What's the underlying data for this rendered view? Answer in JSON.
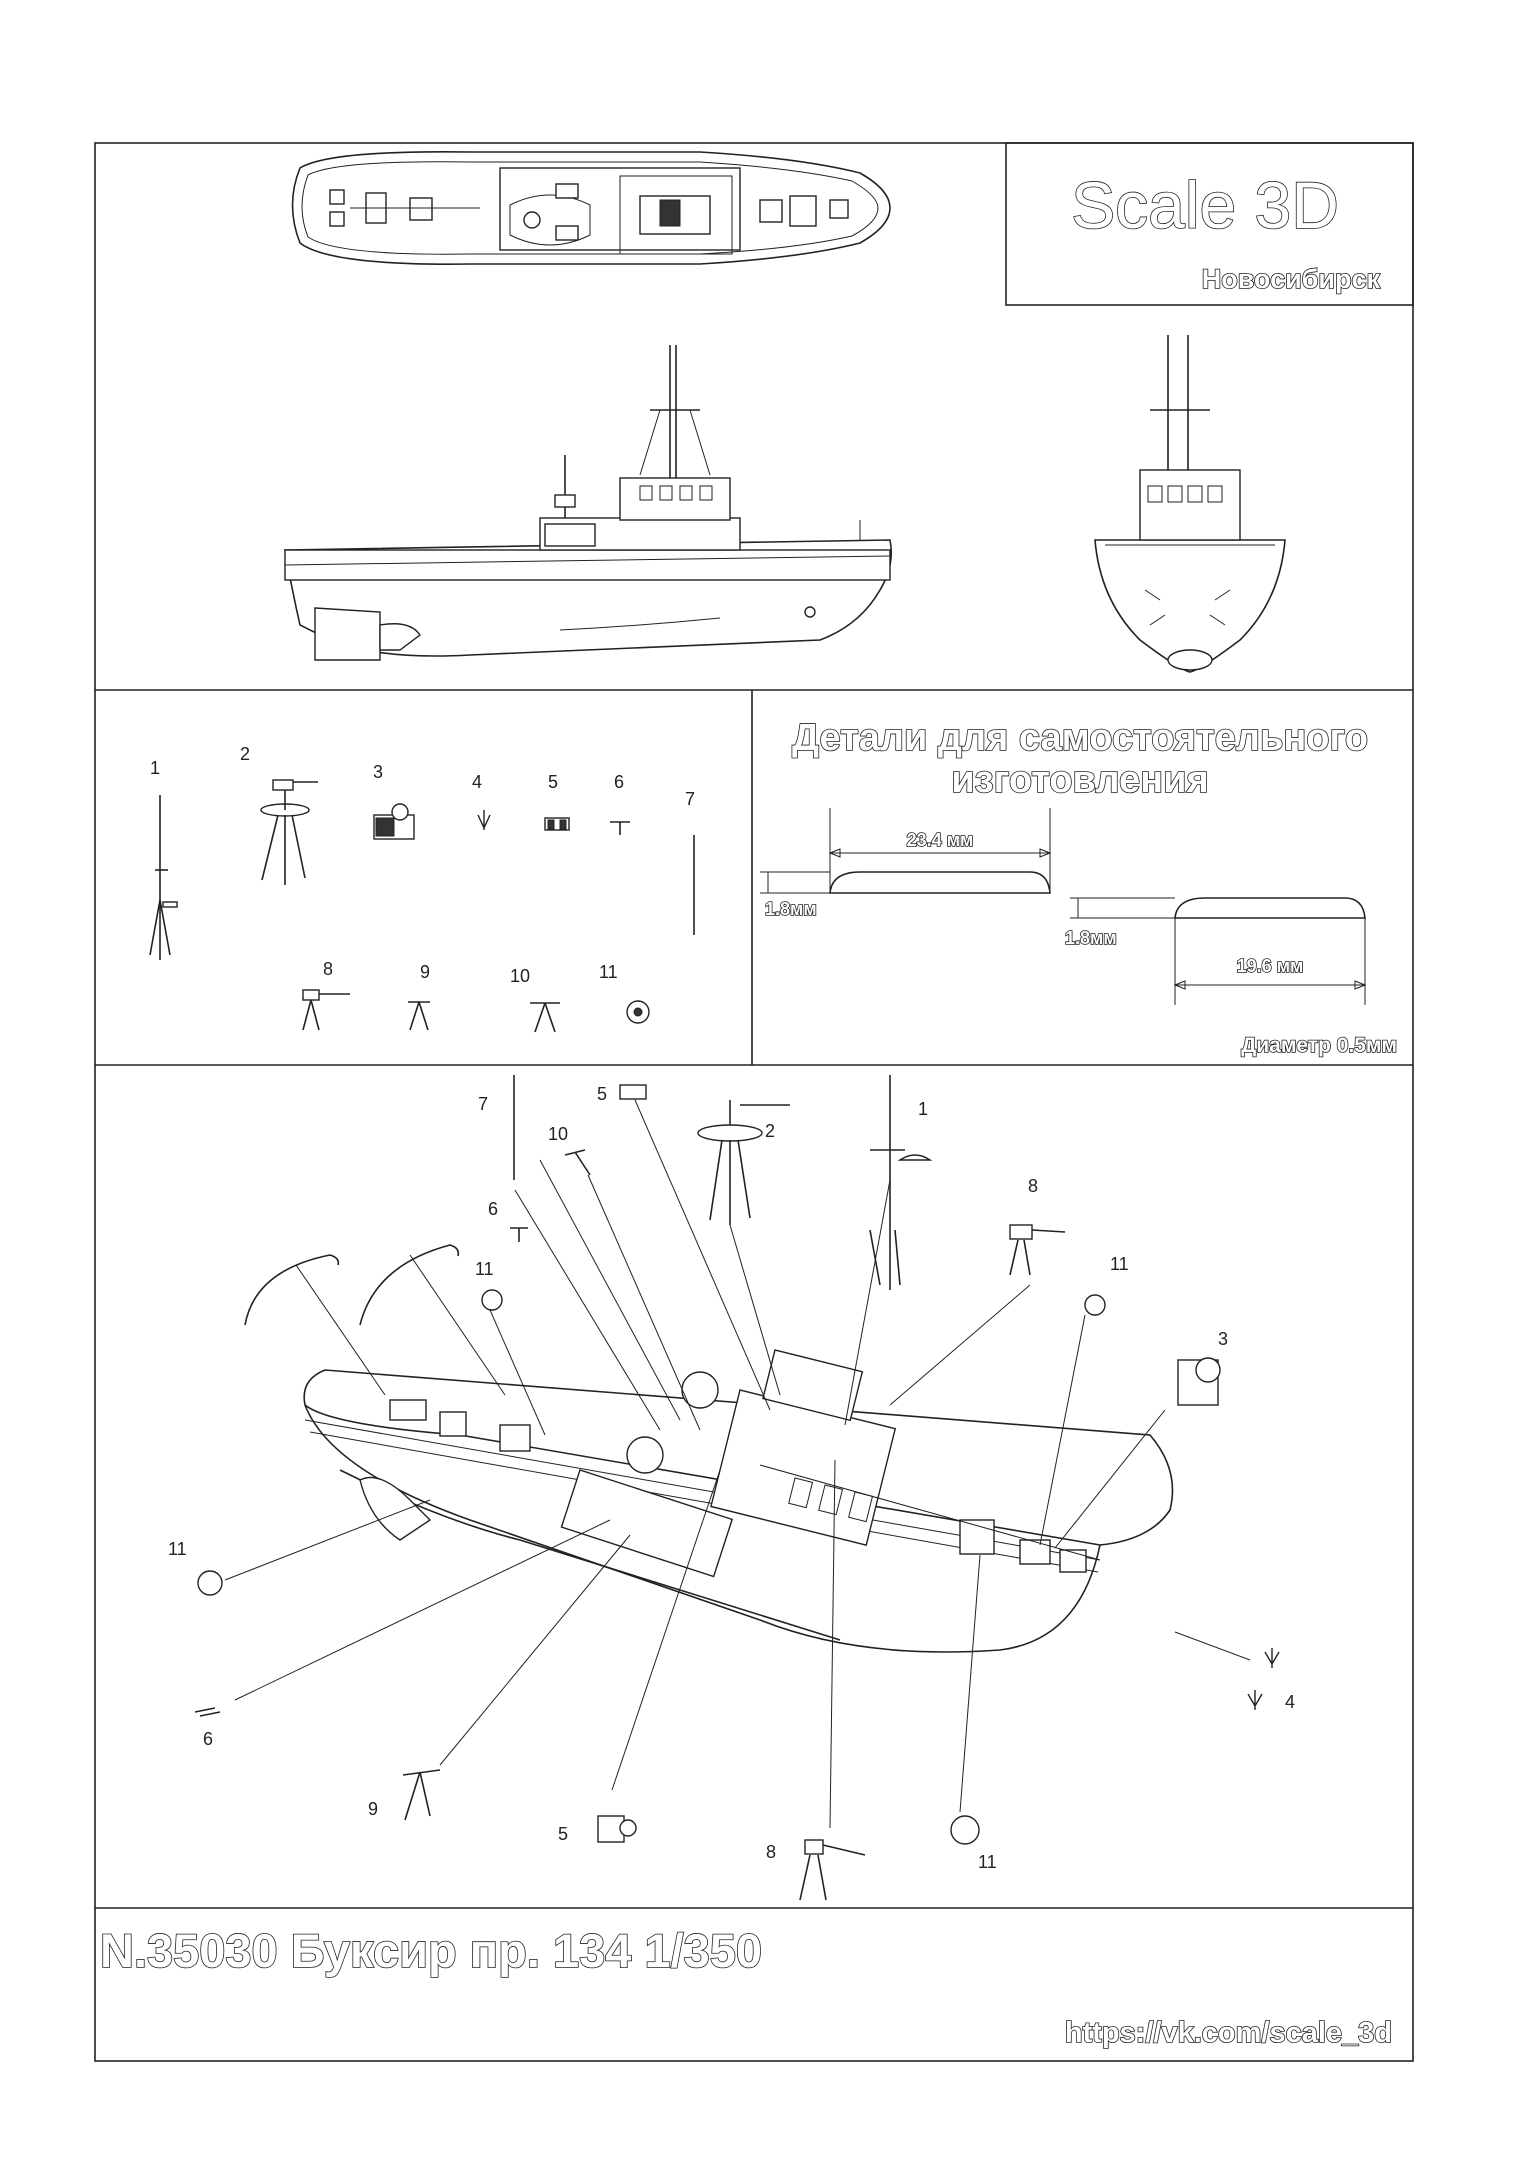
{
  "brand": {
    "name": "Scale 3D",
    "city": "Новосибирск"
  },
  "section_title": [
    "Детали для самостоятельного",
    "изготовления"
  ],
  "dimensions": {
    "length_a": "23.4 мм",
    "height_a": "1.8мм",
    "height_b": "1.8мм",
    "length_b": "19.6 мм",
    "diameter": "Диаметр 0.5мм"
  },
  "parts_labels": [
    "1",
    "2",
    "3",
    "4",
    "5",
    "6",
    "7",
    "8",
    "9",
    "10",
    "11"
  ],
  "assembly_labels": {
    "l7": "7",
    "l5a": "5",
    "l2": "2",
    "l1": "1",
    "l10": "10",
    "l6a": "6",
    "l8a": "8",
    "l11a": "11",
    "l11b": "11",
    "l3": "3",
    "l11c": "11",
    "l4": "4",
    "l6b": "6",
    "l9": "9",
    "l5b": "5",
    "l8b": "8",
    "l11d": "11"
  },
  "product_title": "N.35030 Буксир пр. 134  1/350",
  "url": "https://vk.com/scale_3d"
}
